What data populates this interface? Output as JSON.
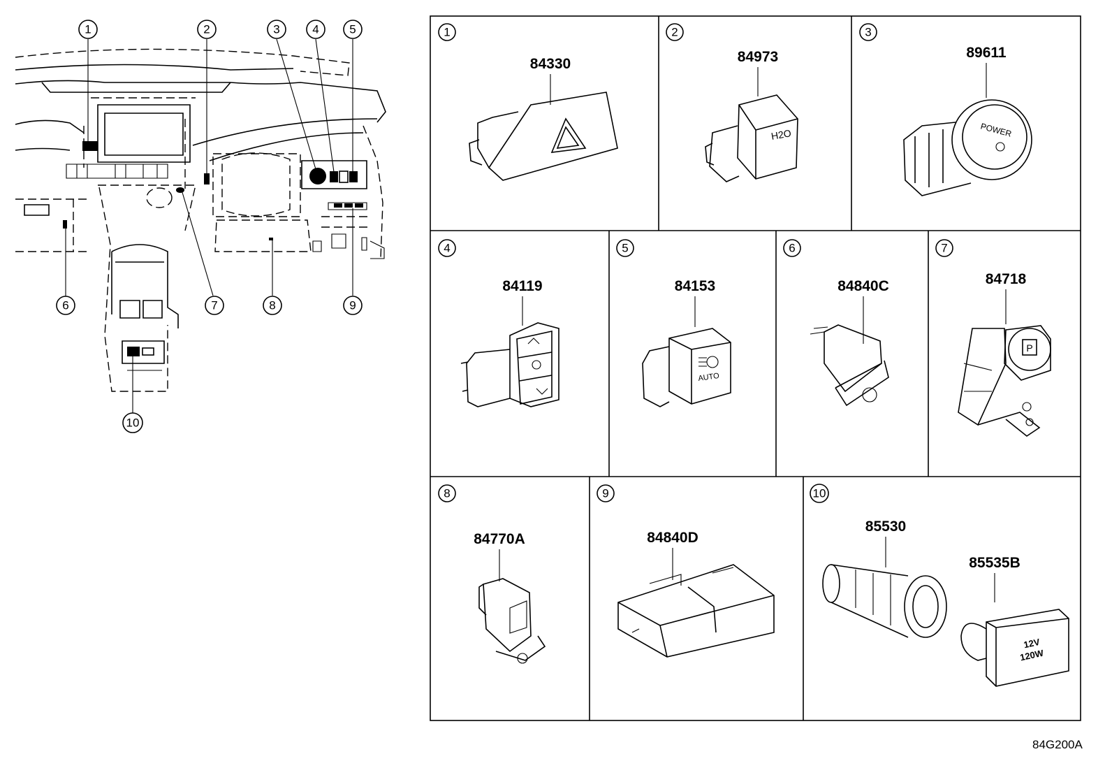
{
  "overview": {
    "callouts": [
      "1",
      "2",
      "3",
      "4",
      "5",
      "6",
      "7",
      "8",
      "9",
      "10"
    ]
  },
  "panels": [
    {
      "callout": "1",
      "part_number": "84330",
      "icon": "hazard-switch-icon"
    },
    {
      "callout": "2",
      "part_number": "84973",
      "icon": "h2o-switch-icon",
      "switch_text": "H2O"
    },
    {
      "callout": "3",
      "part_number": "89611",
      "icon": "power-switch-icon",
      "switch_text": "POWER"
    },
    {
      "callout": "4",
      "part_number": "84119",
      "icon": "mirror-switch-icon"
    },
    {
      "callout": "5",
      "part_number": "84153",
      "icon": "auto-light-switch-icon",
      "switch_text": "AUTO"
    },
    {
      "callout": "6",
      "part_number": "84840C",
      "icon": "small-switch-icon"
    },
    {
      "callout": "7",
      "part_number": "84718",
      "icon": "park-switch-icon",
      "switch_text": "P"
    },
    {
      "callout": "8",
      "part_number": "84770A",
      "icon": "small-switch-icon"
    },
    {
      "callout": "9",
      "part_number": "84840D",
      "icon": "twin-switch-icon"
    },
    {
      "callout": "10",
      "part_number": "85530",
      "part_number_2": "85535B",
      "icon": "power-outlet-icon",
      "switch_text": "12V",
      "switch_text_2": "120W"
    }
  ],
  "diagram_id": "84G200A"
}
